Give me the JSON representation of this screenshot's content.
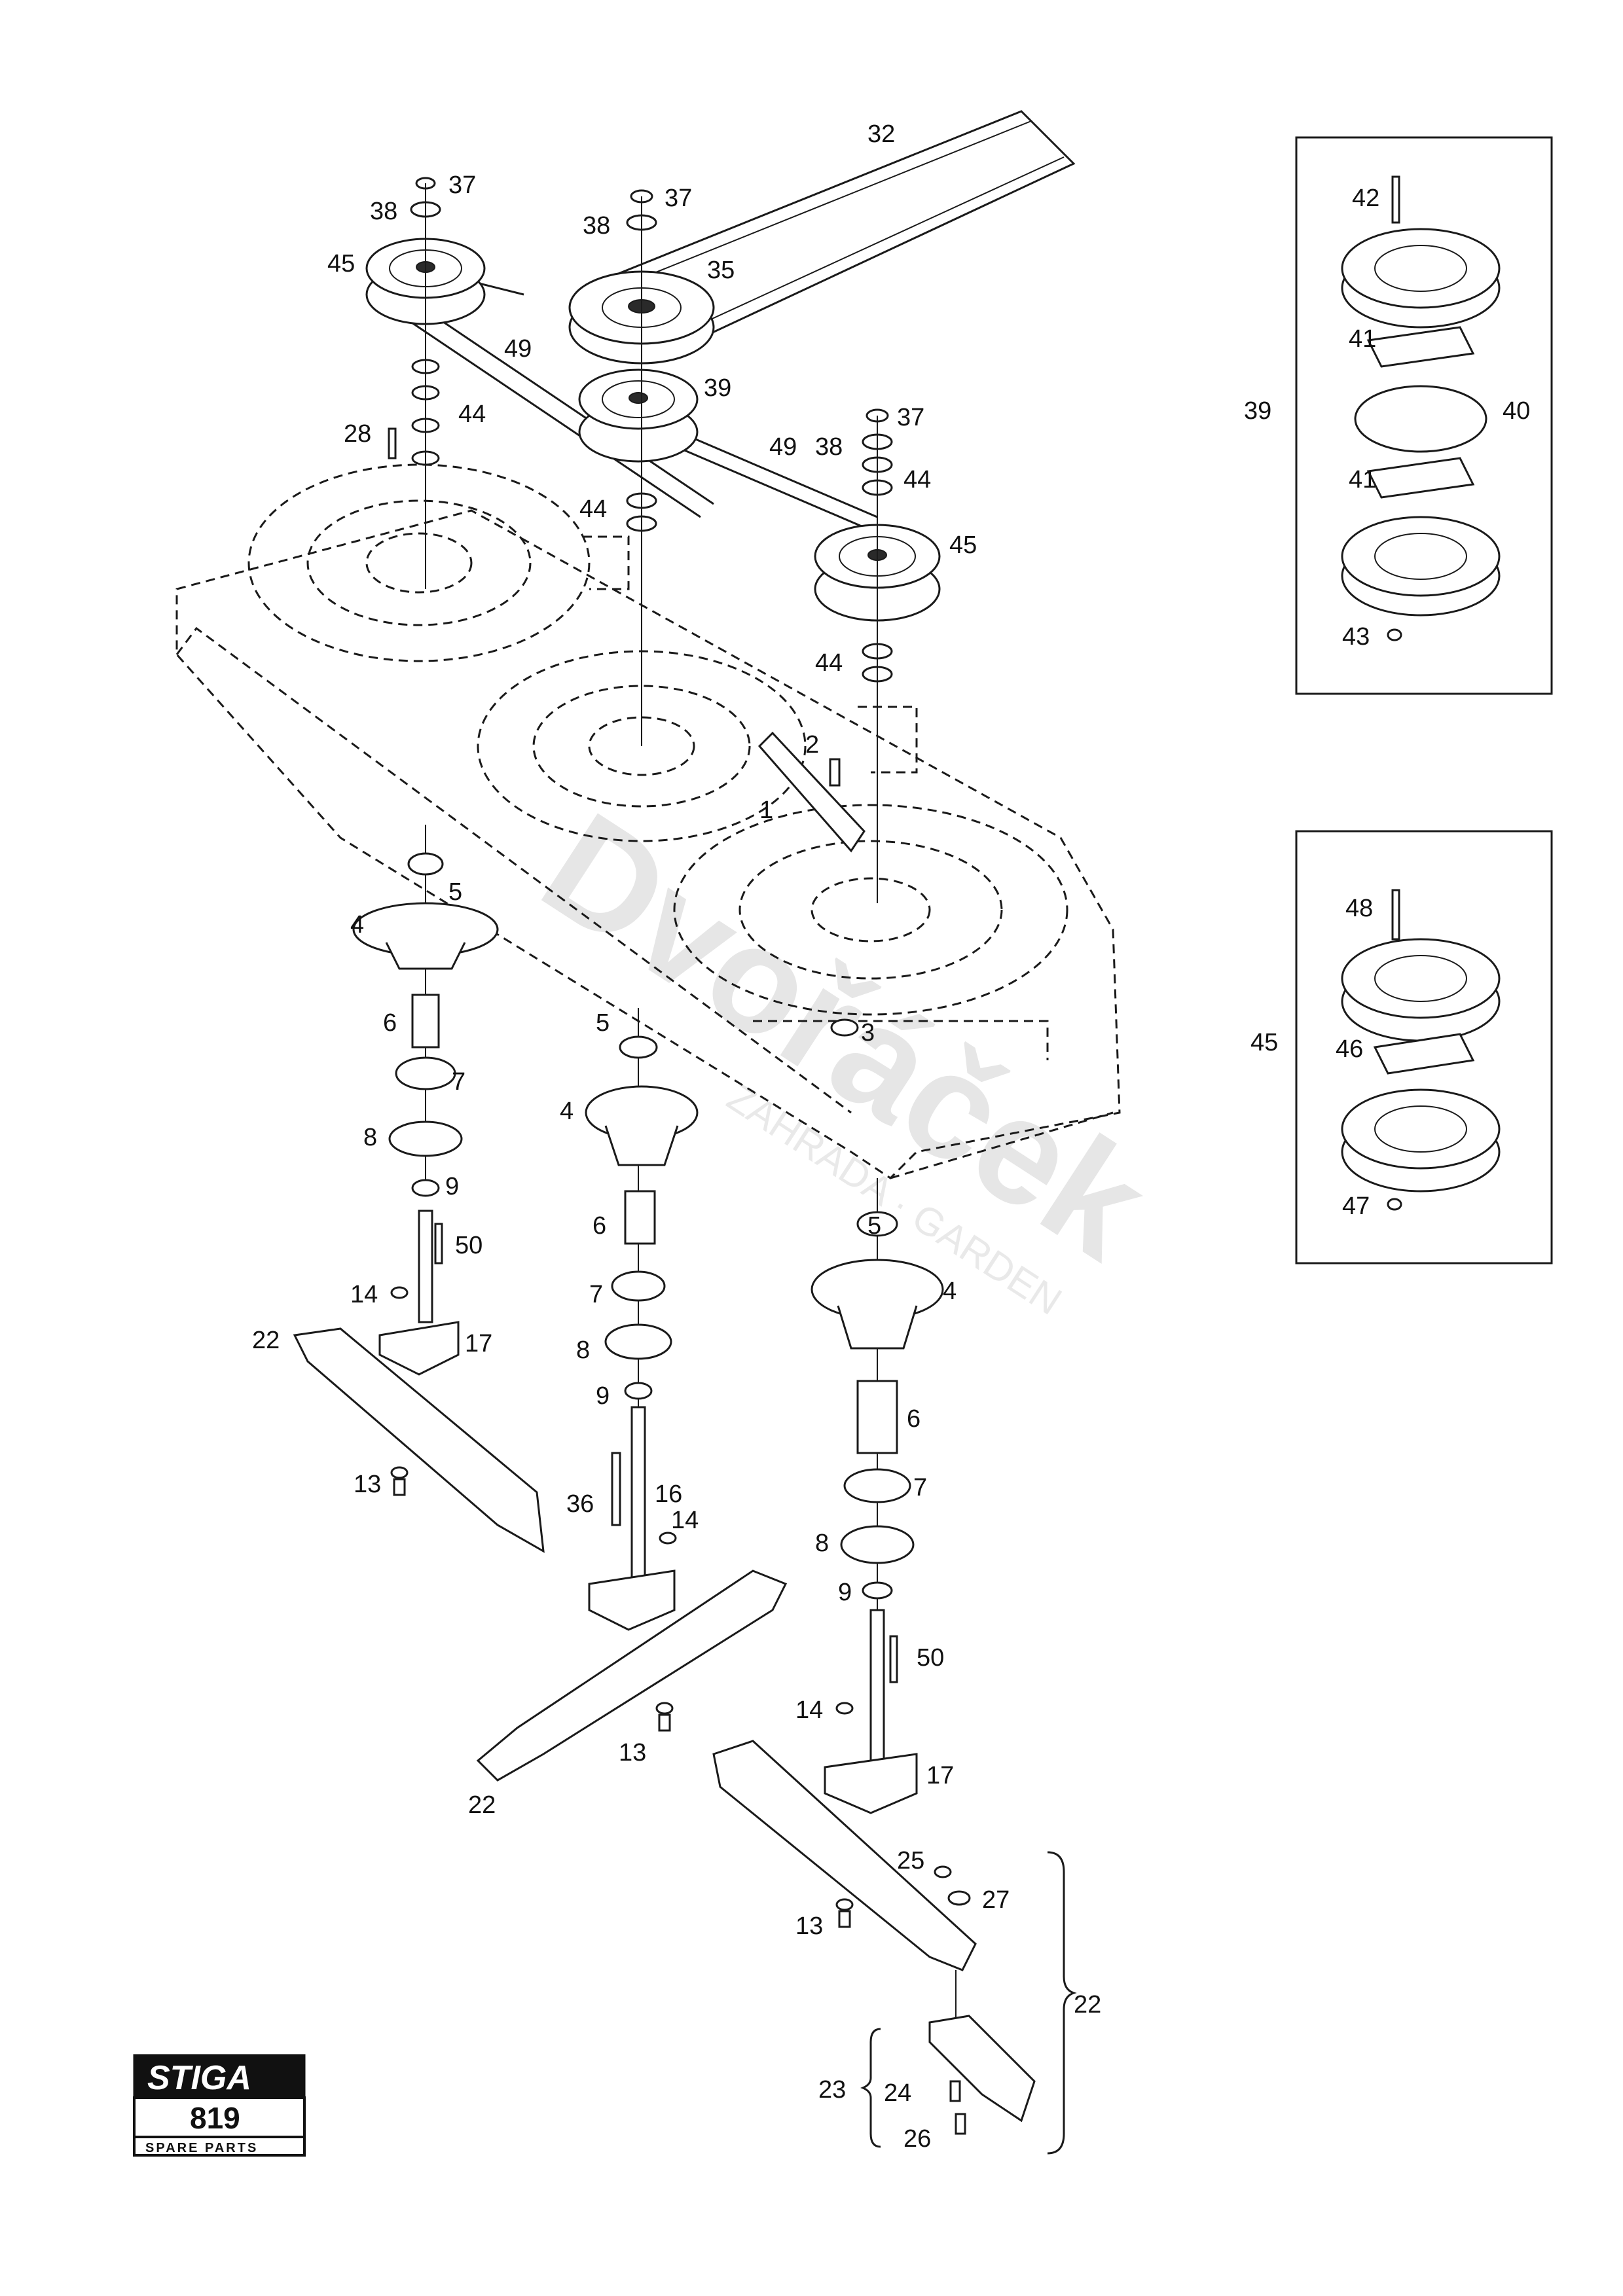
{
  "watermark": {
    "brand": "Dvořáček",
    "sub": "ZAHRADA · GARDEN"
  },
  "logo": {
    "brand": "STIGA",
    "model": "819",
    "caption": "SPARE PARTS"
  },
  "parts": {
    "p1": "1",
    "p2": "2",
    "p3": "3",
    "p4": "4",
    "p5": "5",
    "p6": "6",
    "p7": "7",
    "p8": "8",
    "p9": "9",
    "p13": "13",
    "p14": "14",
    "p16": "16",
    "p17": "17",
    "p22": "22",
    "p23": "23",
    "p24": "24",
    "p25": "25",
    "p26": "26",
    "p27": "27",
    "p28": "28",
    "p32": "32",
    "p35": "35",
    "p36": "36",
    "p37": "37",
    "p38": "38",
    "p39": "39",
    "p40": "40",
    "p41": "41",
    "p42": "42",
    "p43": "43",
    "p44": "44",
    "p45": "45",
    "p46": "46",
    "p47": "47",
    "p48": "48",
    "p49": "49",
    "p50": "50"
  }
}
